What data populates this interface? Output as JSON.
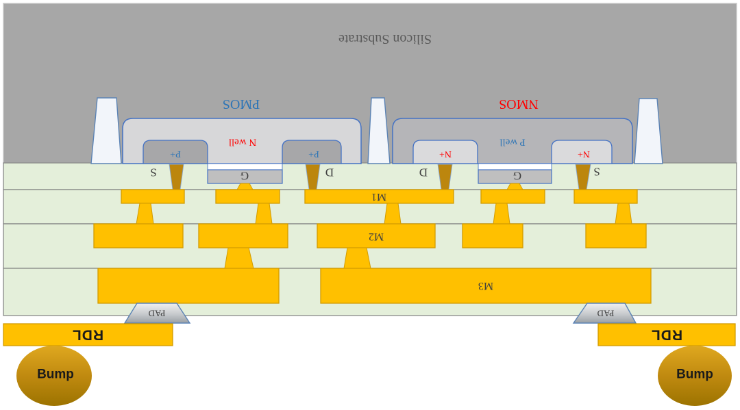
{
  "substrate": "Silicon Substrate",
  "transistors": {
    "pmos": {
      "name": "PMOS",
      "well": "N well",
      "regions": [
        "P+",
        "P+"
      ],
      "terminals": [
        "S",
        "G",
        "D"
      ]
    },
    "nmos": {
      "name": "NMOS",
      "well": "P well",
      "regions": [
        "N+",
        "N+"
      ],
      "terminals": [
        "D",
        "G",
        "S"
      ]
    }
  },
  "interconnect": {
    "metal_layers": [
      "M1",
      "M2",
      "M3"
    ],
    "pad": "PAD",
    "rdl": "RDL",
    "bump": "Bump"
  },
  "colors": {
    "substrate_gray": "#a7a7a7",
    "n_well_fill": "#d7d7d9",
    "p_well_fill": "#b5b5b8",
    "p_plus_fill": "#a7a7a9",
    "n_plus_fill": "#dadadc",
    "well_outline_blue": "#4472c4",
    "dielectric_green": "#e4efda",
    "band_line_gray": "#7f7f7f",
    "metal_orange": "#ffc000",
    "metal_outline": "#d29b00",
    "contact_bronze": "#bc860e",
    "gate_gray": "#bfbfbf",
    "sti_white": "#f2f5fa",
    "pad_gray_light": "#efefef",
    "pad_gray_dark": "#999fa4",
    "bump_gold_top": "#dfa81f",
    "bump_gold_bottom": "#9c7300",
    "pmos_label_blue": "#2e75b6",
    "nmos_label_red": "#ff0000"
  }
}
